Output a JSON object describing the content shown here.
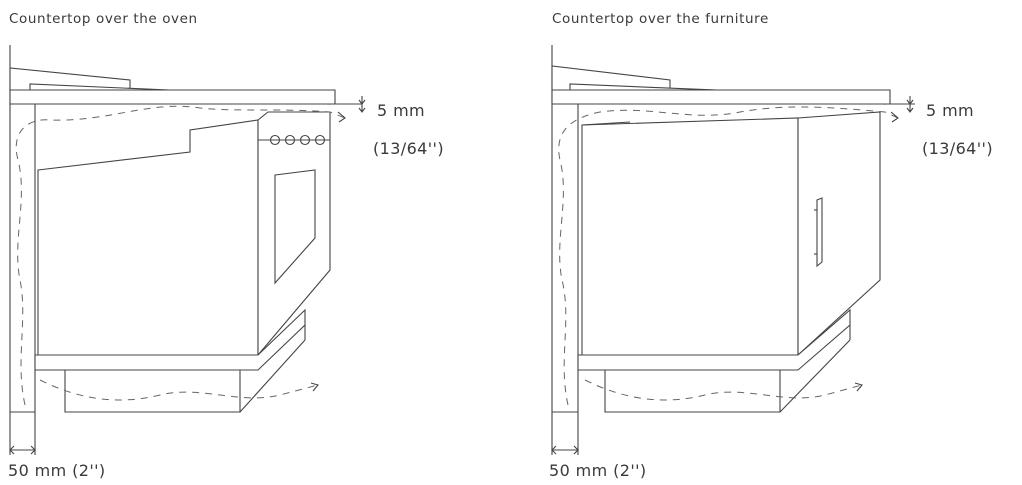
{
  "panels": [
    {
      "caption": "Countertop over the oven",
      "gap_top_mm": "5 mm",
      "gap_top_in": "(13/64'')",
      "gap_side": "50 mm (2'')"
    },
    {
      "caption": "Countertop over the furniture",
      "gap_top_mm": "5 mm",
      "gap_top_in": "(13/64'')",
      "gap_side": "50 mm (2'')"
    }
  ]
}
